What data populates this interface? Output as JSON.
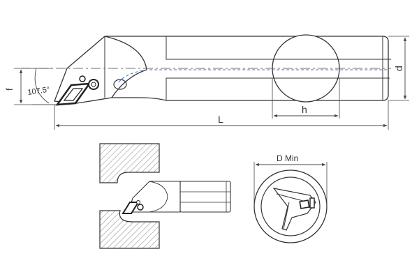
{
  "labels": {
    "angle": "107.5°",
    "f": "f",
    "d": "d",
    "L": "L",
    "h": "h",
    "d_min": "D Min"
  }
}
